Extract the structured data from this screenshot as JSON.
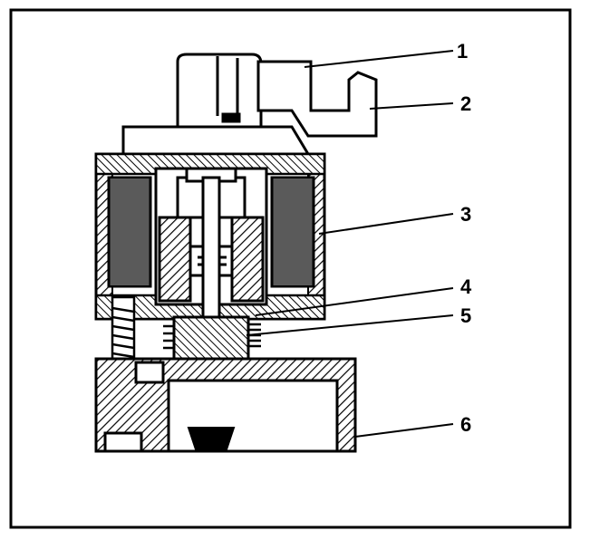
{
  "figure": {
    "callouts": [
      {
        "label": "1"
      },
      {
        "label": "2"
      },
      {
        "label": "3"
      },
      {
        "label": "4"
      },
      {
        "label": "5"
      },
      {
        "label": "6"
      }
    ]
  },
  "colors": {
    "ink": "#000000",
    "paper": "#ffffff"
  }
}
